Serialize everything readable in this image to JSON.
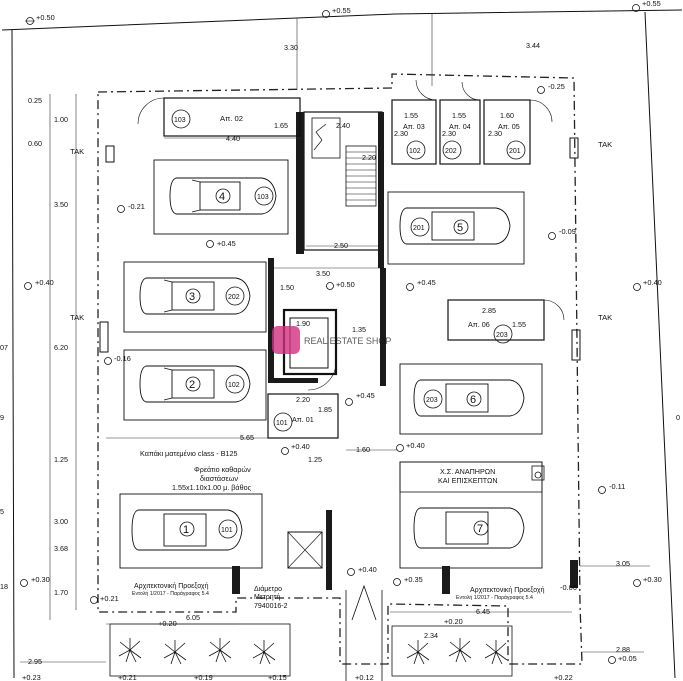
{
  "levels": {
    "top_left": "+0.50",
    "top_mid": "+0.55",
    "top_right": "+0.55",
    "corner_tr": "-0.25",
    "left_mid1": "-0.21",
    "center1": "+0.45",
    "right_mid1": "-0.09",
    "left_mid2": "+0.40",
    "center2": "+0.50",
    "center3": "+0.45",
    "right_mid2": "+0.40",
    "left_mid3": "-0.16",
    "center4": "+0.45",
    "center5": "+0.40",
    "center6": "+0.40",
    "right_mid3": "-0.11",
    "left_low": "+0.30",
    "left_low2": "+0.21",
    "center7": "+0.40",
    "center8": "+0.35",
    "right_low1": "-0.06",
    "right_low2": "+0.30",
    "garden_l": "+0.20",
    "garden_r": "+0.20",
    "bottom1": "+0.23",
    "bottom2": "+0.21",
    "bottom3": "+0.19",
    "bottom4": "+0.15",
    "bottom5": "+0.12",
    "bottom6": "+0.22",
    "bottom7": "+0.05"
  },
  "dims": {
    "d330": "3.30",
    "d344": "3.44",
    "d025": "0.25",
    "d100": "1.00",
    "d060": "0.60",
    "d350": "3.50",
    "d620": "6.20",
    "d125": "1.25",
    "d300": "3.00",
    "d368": "3.68",
    "d170": "1.70",
    "d295": "2.95",
    "d440": "4.40",
    "d165": "1.65",
    "d240": "2.40",
    "d220a": "2.20",
    "d250": "2.50",
    "d350b": "3.50",
    "d150": "1.50",
    "d190": "1.90",
    "d135": "1.35",
    "d220b": "2.20",
    "d185": "1.85",
    "d565": "5.65",
    "d160": "1.60",
    "d125b": "1.25",
    "d155a": "1.55",
    "d155b": "1.55",
    "d160b": "1.60",
    "d230a": "2.30",
    "d230b": "2.30",
    "d230c": "2.30",
    "d285": "2.85",
    "d155c": "1.55",
    "d605": "6.05",
    "d645": "6.45",
    "d234": "2.34",
    "d288": "2.88",
    "d305": "3.05",
    "edge1": "07",
    "edge2": "9",
    "edge3": "5",
    "edge4": "18",
    "redge1": "0"
  },
  "rooms": {
    "apt02": "Απ. 02",
    "apt03": "Απ. 03",
    "apt04": "Απ. 04",
    "apt05": "Απ. 05",
    "apt06": "Απ. 06",
    "apt01": "Απ. 01"
  },
  "unit_tags": {
    "u103a": "103",
    "u102": "102",
    "u202": "202",
    "u201": "201",
    "u103b": "103",
    "u201b": "201",
    "u202b": "202",
    "u203": "203",
    "u102b": "102",
    "u203b": "203",
    "u101": "101",
    "u101b": "101"
  },
  "parking_numbers": [
    "4",
    "5",
    "3",
    "2",
    "6",
    "1",
    "7"
  ],
  "tak": {
    "left1": "ΤΑΚ",
    "left2": "ΤΑΚ",
    "right1": "ΤΑΚ",
    "right2": "ΤΑΚ"
  },
  "notes": {
    "manhole_cover": "Καπάκι ματεμένιο class - B125",
    "clean_pit_1": "Φρεάτιο καθαρών",
    "clean_pit_2": "διαστάσεων",
    "clean_pit_3": "1.55x1.10x1.00 μ. βάθος",
    "disabled_1": "Χ.Σ. ΑΝΑΠΗΡΩΝ",
    "disabled_2": "ΚΑΙ ΕΠΙΣΚΕΠΤΩΝ",
    "arch_l1": "Αρχιτεκτονική Προεξοχή",
    "arch_l2": "Εντολή 1/2017 - Παράγραφος 5.4",
    "arch_r1": "Αρχιτεκτονική Προεξοχή",
    "arch_r2": "Εντολή 1/2017 - Παράγραφος 5.4",
    "meter_1": "Διάμετρο",
    "meter_2": "Μετρητή",
    "meter_3": "7940016-2",
    "watermark": "REAL ESTATE SHOP",
    "disabled_icon": "wheelchair-icon"
  }
}
